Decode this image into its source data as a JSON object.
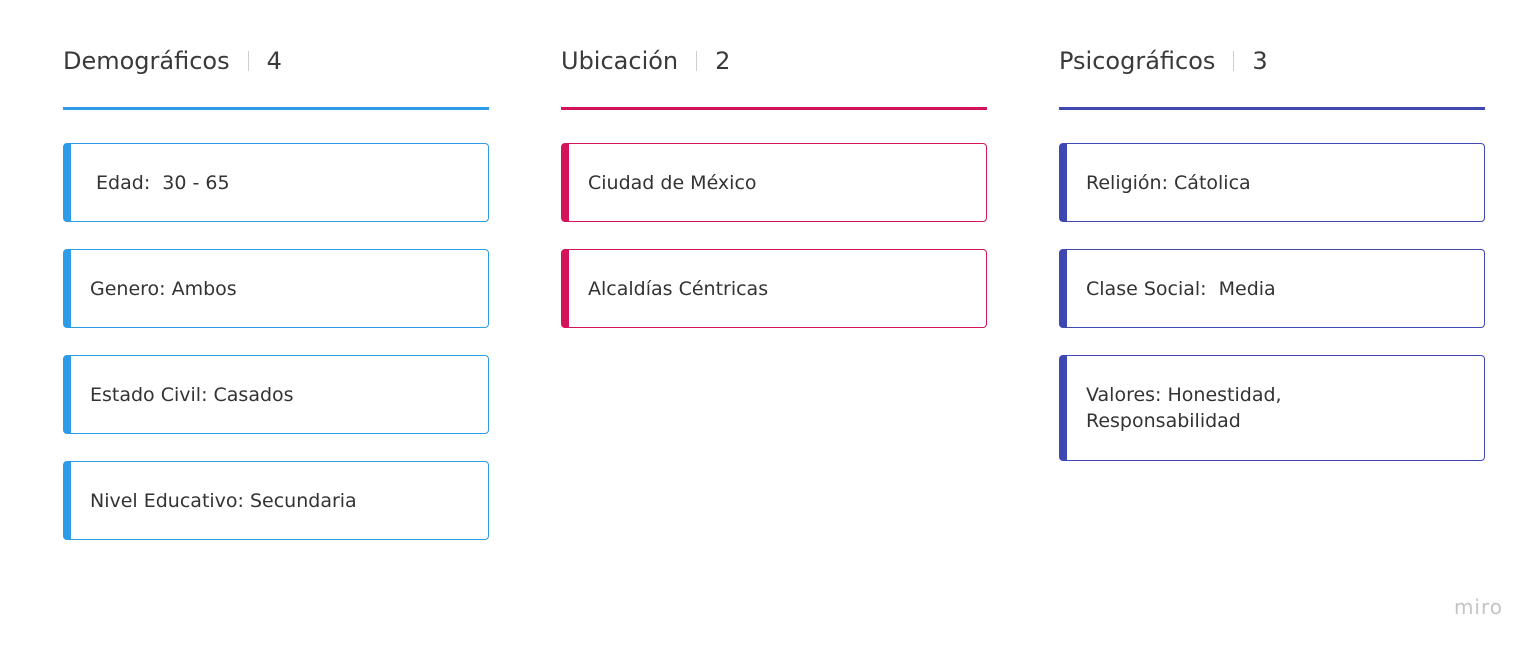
{
  "colors": {
    "blue": "#2d9be6",
    "magenta": "#d4145a",
    "indigo": "#3f48b0"
  },
  "columns": [
    {
      "title": "Demográficos",
      "count": "4",
      "color": "#2d9be6",
      "cards": [
        {
          "text": " Edad:  30 - 65"
        },
        {
          "text": "Genero: Ambos"
        },
        {
          "text": "Estado Civil: Casados"
        },
        {
          "text": "Nivel Educativo: Secundaria"
        }
      ]
    },
    {
      "title": "Ubicación",
      "count": "2",
      "color": "#d4145a",
      "cards": [
        {
          "text": "Ciudad de México"
        },
        {
          "text": "Alcaldías Céntricas"
        }
      ]
    },
    {
      "title": "Psicográficos",
      "count": "3",
      "color": "#3f48b0",
      "cards": [
        {
          "text": "Religión: Cátolica"
        },
        {
          "text": "Clase Social:  Media"
        },
        {
          "text": "Valores: Honestidad,\nResponsabilidad"
        }
      ]
    }
  ],
  "watermark": "miro"
}
